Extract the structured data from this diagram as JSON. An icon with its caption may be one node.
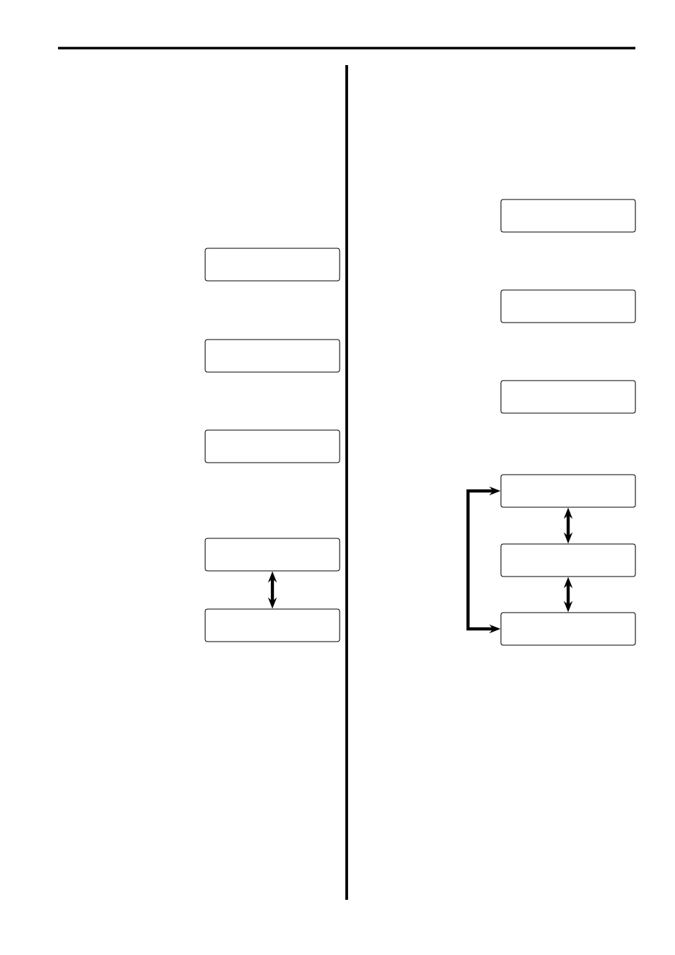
{
  "diagram": {
    "nodes": [
      {
        "text": [],
        "shape": "box"
      },
      {
        "text": [],
        "shape": "box"
      },
      {
        "text": [],
        "shape": "box"
      },
      {
        "text": [],
        "shape": "box"
      },
      {
        "text": [],
        "shape": "box"
      },
      {
        "text": [],
        "shape": "box"
      },
      {
        "text": [],
        "shape": "box"
      },
      {
        "text": [],
        "shape": "box"
      },
      {
        "text": [],
        "shape": "box"
      },
      {
        "text": [],
        "shape": "box"
      },
      {
        "text": [],
        "shape": "box"
      }
    ],
    "edges": [
      {
        "from": 3,
        "to": 4,
        "arrow": "both"
      },
      {
        "from": 8,
        "to": 9,
        "arrow": "both"
      },
      {
        "from": 9,
        "to": 10,
        "arrow": "both"
      },
      {
        "from": 8,
        "to": 10,
        "arrow": "both"
      }
    ]
  }
}
